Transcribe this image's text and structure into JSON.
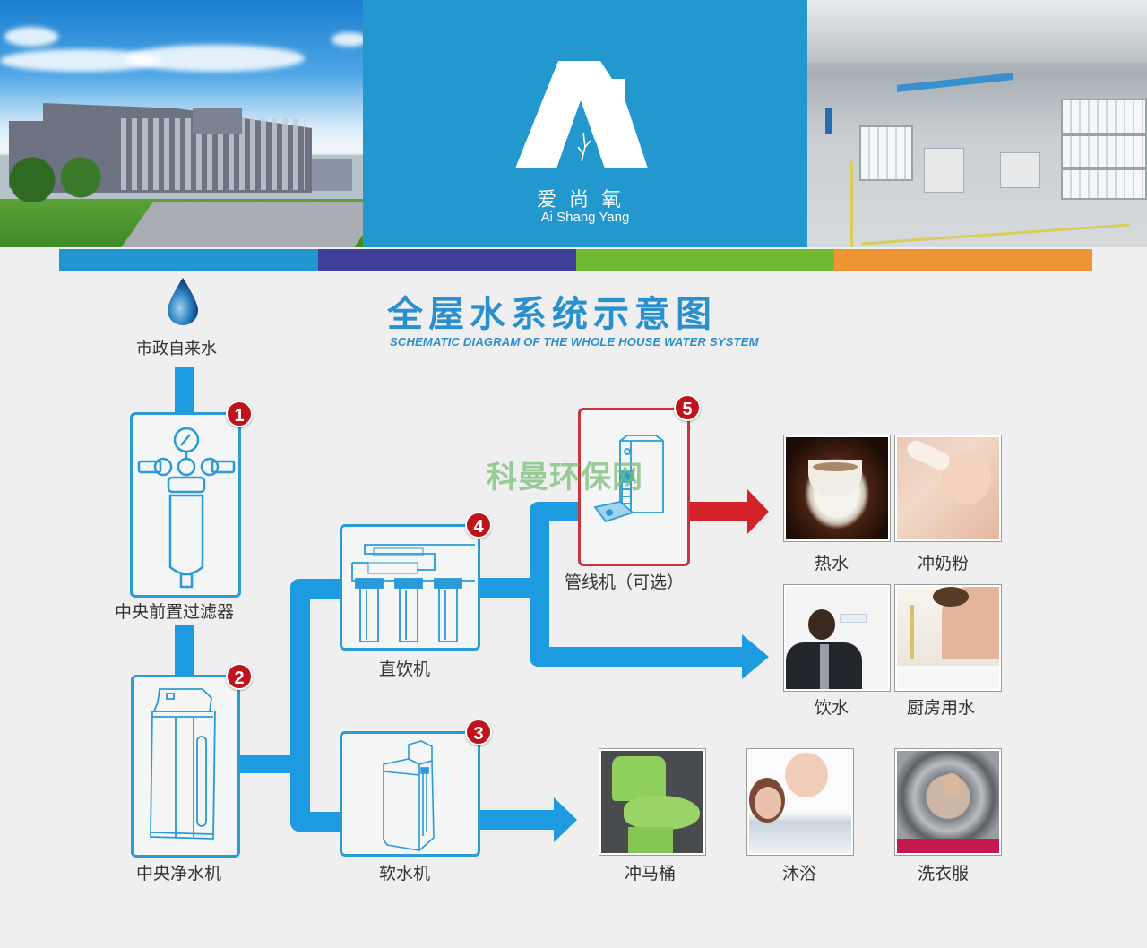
{
  "brand": {
    "name_cn": "爱尚氧",
    "name_en": "Ai Shang Yang",
    "brand_color": "#2398cf"
  },
  "banner": {
    "left_photo": "factory-building-exterior",
    "right_photo": "factory-production-line"
  },
  "color_bar": [
    "#2196d0",
    "#3e3f96",
    "#6fba32",
    "#ef9433"
  ],
  "title": {
    "cn": "全屋水系统示意图",
    "en": "SCHEMATIC DIAGRAM OF THE  WHOLE HOUSE WATER SYSTEM"
  },
  "source": {
    "icon": "water-drop-icon",
    "label": "市政自来水"
  },
  "devices": [
    {
      "number": "1",
      "label": "中央前置过滤器",
      "icon": "pre-filter-icon"
    },
    {
      "number": "2",
      "label": "中央净水机",
      "icon": "central-purifier-icon"
    },
    {
      "number": "3",
      "label": "软水机",
      "icon": "water-softener-icon"
    },
    {
      "number": "4",
      "label": "直饮机",
      "icon": "ro-drinking-machine-icon"
    },
    {
      "number": "5",
      "label": "管线机（可选）",
      "icon": "pipeline-dispenser-icon"
    }
  ],
  "uses": {
    "hot": [
      {
        "label": "热水",
        "photo": "coffee-cup-photo"
      },
      {
        "label": "冲奶粉",
        "photo": "baby-bottle-photo"
      }
    ],
    "drinking": [
      {
        "label": "饮水",
        "photo": "man-drinking-photo"
      },
      {
        "label": "厨房用水",
        "photo": "kitchen-sink-photo"
      }
    ],
    "soft": [
      {
        "label": "冲马桶",
        "photo": "toilet-photo"
      },
      {
        "label": "沐浴",
        "photo": "bath-photo"
      },
      {
        "label": "洗衣服",
        "photo": "washing-machine-photo"
      }
    ]
  },
  "colors": {
    "pipe_blue": "#1c9be0",
    "pipe_hot": "#d4222a",
    "badge_red": "#c0141c"
  },
  "watermark": "科曼环保网"
}
